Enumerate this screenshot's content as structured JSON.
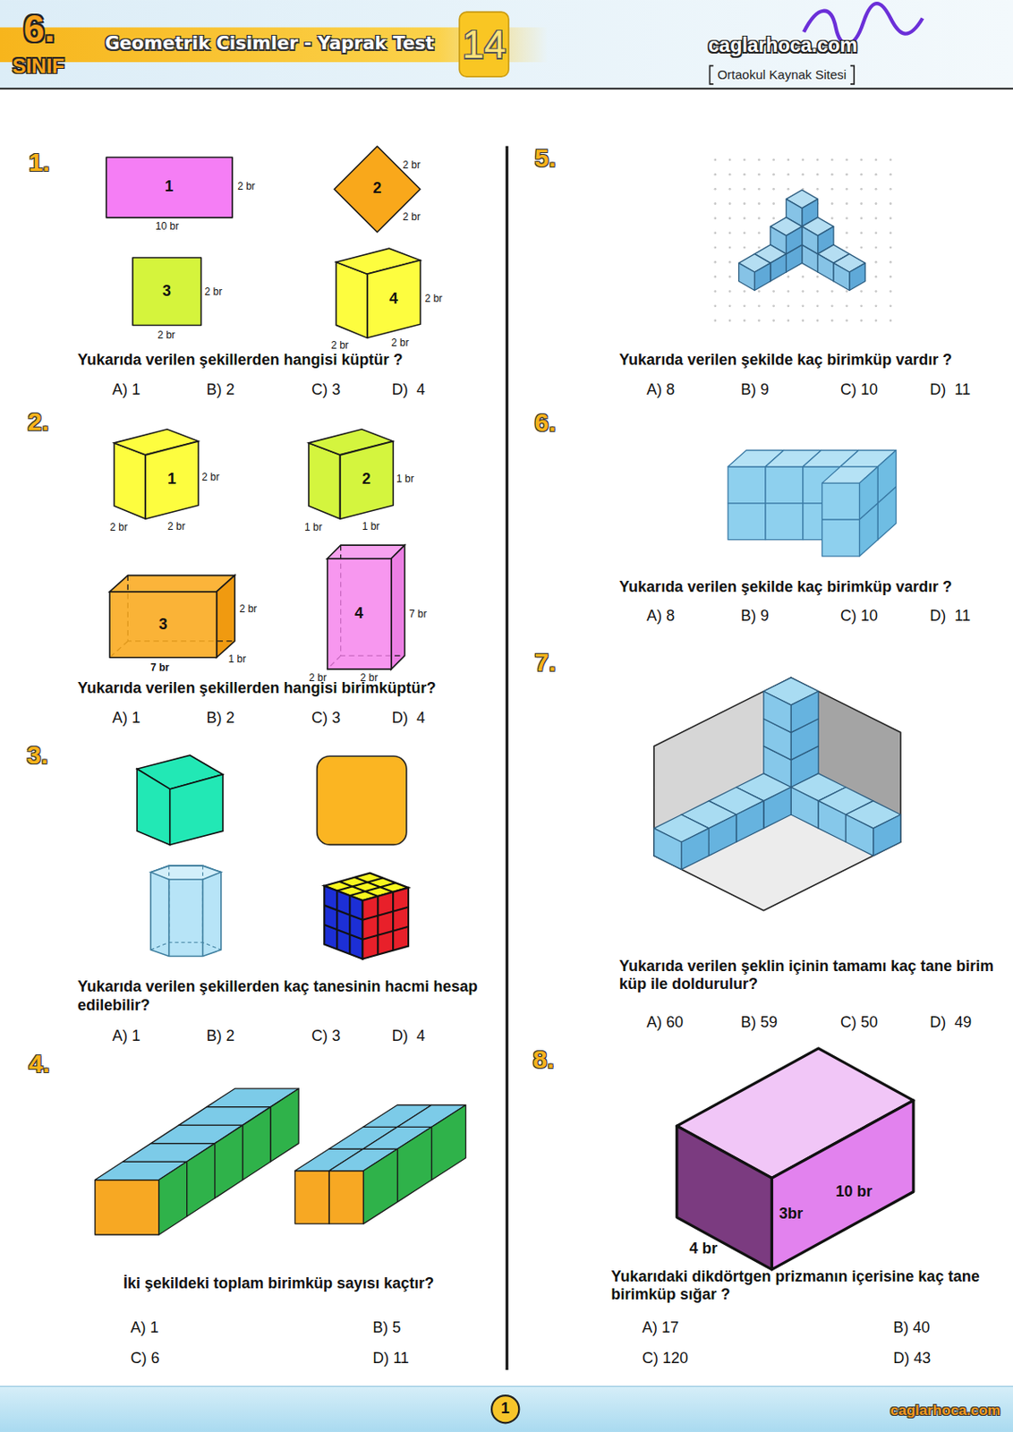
{
  "diagram": {
    "title": "Geometrik Cisimler - Yaprak Test",
    "nodes": [
      {
        "text": [
          "14"
        ]
      },
      {
        "text": [
          "1"
        ]
      },
      {
        "text": [
          "2"
        ]
      },
      {
        "text": [
          "3"
        ]
      },
      {
        "text": [
          "4"
        ]
      },
      {
        "text": [
          "1"
        ]
      },
      {
        "text": [
          "2"
        ]
      },
      {
        "text": [
          "3"
        ]
      },
      {
        "text": [
          "4"
        ]
      },
      {
        "text": [
          "1"
        ]
      }
    ],
    "labels": [
      "6.",
      "SINIF",
      "caglarhoca.com",
      "Ortaokul Kaynak Sitesi",
      "1.",
      "2 br",
      "10 br",
      "2 br",
      "2 br",
      "2 br",
      "2 br",
      "2 br",
      "2 br",
      "2 br",
      "Yukarıda verilen şekillerden hangisi küptür ?",
      "A) 1",
      "B) 2",
      "C) 3",
      "D)  4",
      "2.",
      "2 br",
      "2 br",
      "2 br",
      "1 br",
      "1 br",
      "1 br",
      "2 br",
      "1 br",
      "7 br",
      "7 br",
      "2 br",
      "2 br",
      "Yukarıda verilen şekillerden hangisi birimküptür?",
      "A) 1",
      "B) 2",
      "C) 3",
      "D)  4",
      "3.",
      "Yukarıda verilen şekillerden kaç tanesinin hacmi hesap edilebilir?",
      "A) 1",
      "B) 2",
      "C) 3",
      "D)  4",
      "4.",
      "İki şekildeki toplam birimküp sayısı kaçtır?",
      "A) 1",
      "B) 5",
      "C) 6",
      "D) 11",
      "5.",
      "Yukarıda verilen şekilde kaç birimküp vardır ?",
      "A) 8",
      "B) 9",
      "C) 10",
      "D)  11",
      "6.",
      "Yukarıda verilen şekilde kaç birimküp vardır ?",
      "A) 8",
      "B) 9",
      "C) 10",
      "D)  11",
      "7.",
      "Yukarıda verilen şeklin içinin tamamı kaç tane birim küp ile doldurulur?",
      "A) 60",
      "B) 59",
      "C) 50",
      "D)  49",
      "8.",
      "3br",
      "10 br",
      "4 br",
      "Yukarıdaki dikdörtgen prizmanın içerisine kaç tane birimküp sığar ?",
      "A) 17",
      "B) 40",
      "C) 120",
      "D) 43",
      "caglarhoca.com"
    ]
  }
}
